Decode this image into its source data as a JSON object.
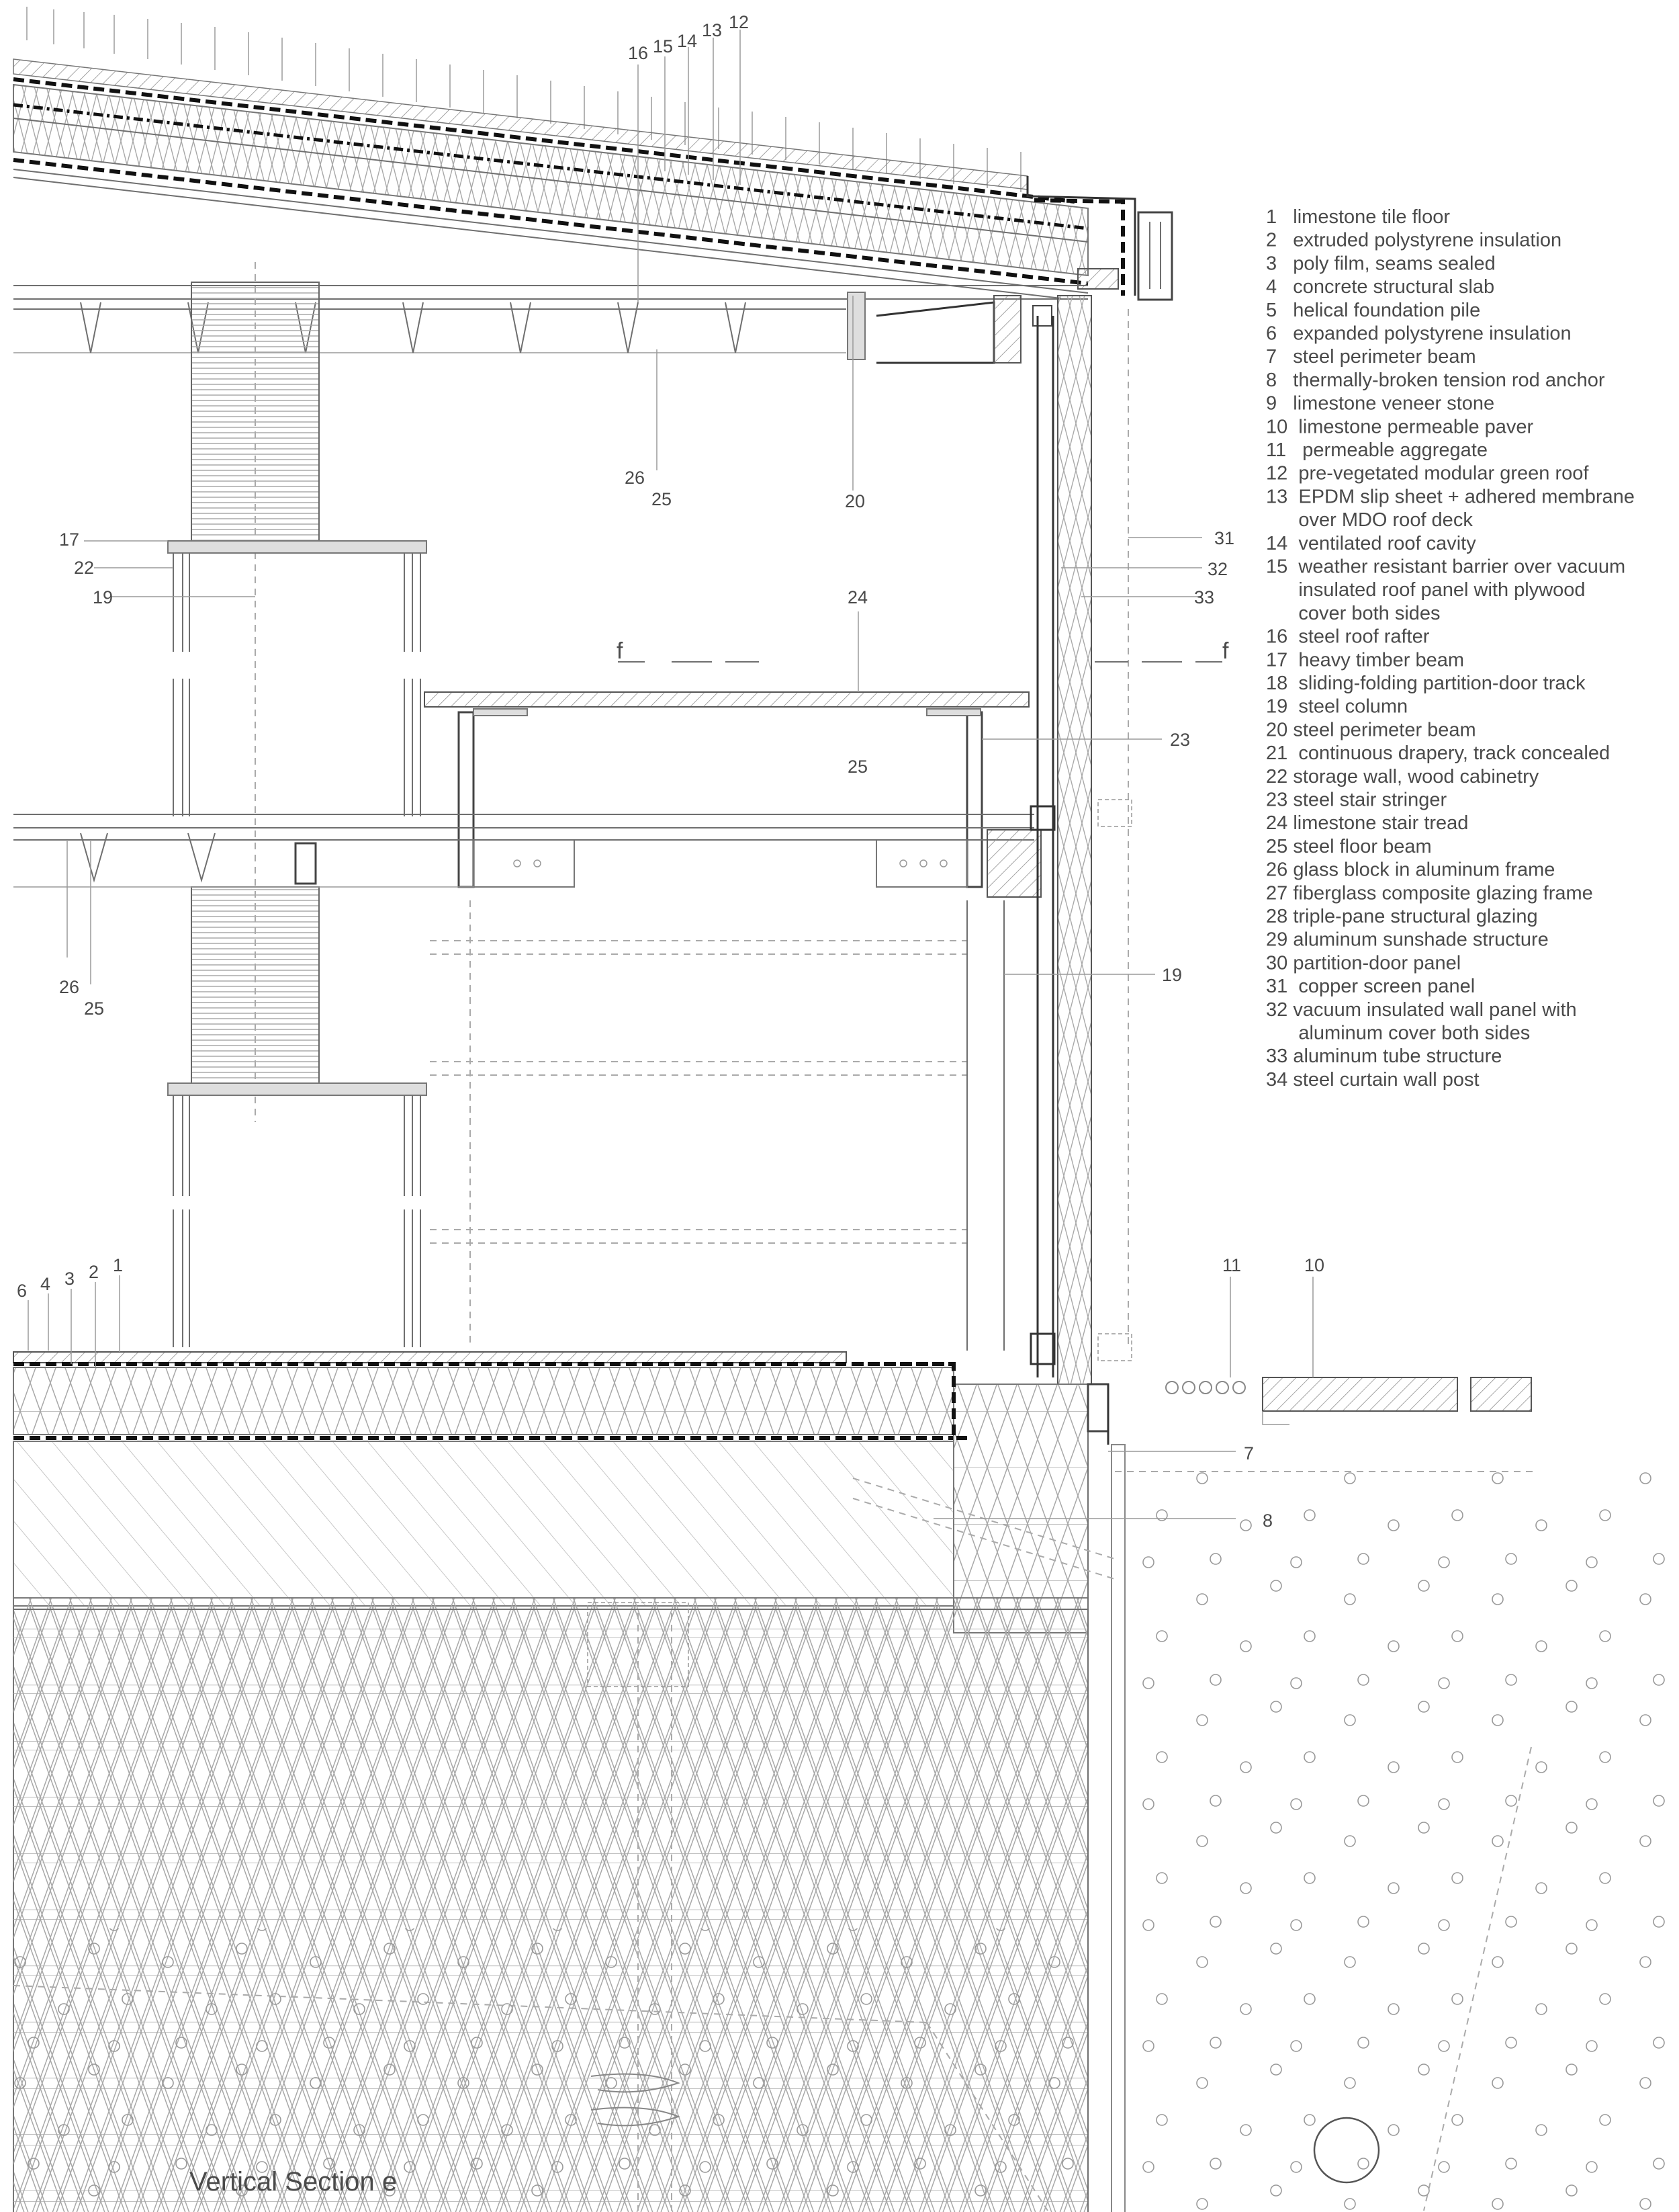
{
  "title": "Vertical Section e",
  "section_markers": {
    "cut_label": "f"
  },
  "legend": [
    "1   limestone tile floor",
    "2   extruded polystyrene insulation",
    "3   poly film, seams sealed",
    "4   concrete structural slab",
    "5   helical foundation pile",
    "6   expanded polystyrene insulation",
    "7   steel perimeter beam",
    "8   thermally-broken tension rod anchor",
    "9   limestone veneer stone",
    "10  limestone permeable paver",
    "11   permeable aggregate",
    "12  pre-vegetated modular green roof",
    "13  EPDM slip sheet + adhered membrane",
    "      over MDO roof deck",
    "14  ventilated roof cavity",
    "15  weather resistant barrier over vacuum",
    "      insulated roof panel with plywood",
    "      cover both sides",
    "16  steel roof rafter",
    "17  heavy timber beam",
    "18  sliding-folding partition-door track",
    "19  steel column",
    "20 steel perimeter beam",
    "21  continuous drapery, track concealed",
    "22 storage wall, wood cabinetry",
    "23 steel stair stringer",
    "24 limestone stair tread",
    "25 steel floor beam",
    "26 glass block in aluminum frame",
    "27 fiberglass composite glazing frame",
    "28 triple-pane structural glazing",
    "29 aluminum sunshade structure",
    "30 partition-door panel",
    "31  copper screen panel",
    "32 vacuum insulated wall panel with",
    "      aluminum cover both sides",
    "33 aluminum tube structure",
    "34 steel curtain wall post"
  ],
  "callouts": [
    {
      "id": "c16",
      "text": "16"
    },
    {
      "id": "c15",
      "text": "15"
    },
    {
      "id": "c14",
      "text": "14"
    },
    {
      "id": "c13",
      "text": "13"
    },
    {
      "id": "c12",
      "text": "12"
    },
    {
      "id": "c26a",
      "text": "26"
    },
    {
      "id": "c25a",
      "text": "25"
    },
    {
      "id": "c20",
      "text": "20"
    },
    {
      "id": "c17",
      "text": "17"
    },
    {
      "id": "c22",
      "text": "22"
    },
    {
      "id": "c19a",
      "text": "19"
    },
    {
      "id": "c31",
      "text": "31"
    },
    {
      "id": "c32",
      "text": "32"
    },
    {
      "id": "c33",
      "text": "33"
    },
    {
      "id": "c24",
      "text": "24"
    },
    {
      "id": "c23",
      "text": "23"
    },
    {
      "id": "c25b",
      "text": "25"
    },
    {
      "id": "c19b",
      "text": "19"
    },
    {
      "id": "c26b",
      "text": "26"
    },
    {
      "id": "c25c",
      "text": "25"
    },
    {
      "id": "c6",
      "text": "6"
    },
    {
      "id": "c4",
      "text": "4"
    },
    {
      "id": "c3",
      "text": "3"
    },
    {
      "id": "c2",
      "text": "2"
    },
    {
      "id": "c1",
      "text": "1"
    },
    {
      "id": "c11",
      "text": "11"
    },
    {
      "id": "c10",
      "text": "10"
    },
    {
      "id": "c7",
      "text": "7"
    },
    {
      "id": "c8",
      "text": "8"
    }
  ]
}
